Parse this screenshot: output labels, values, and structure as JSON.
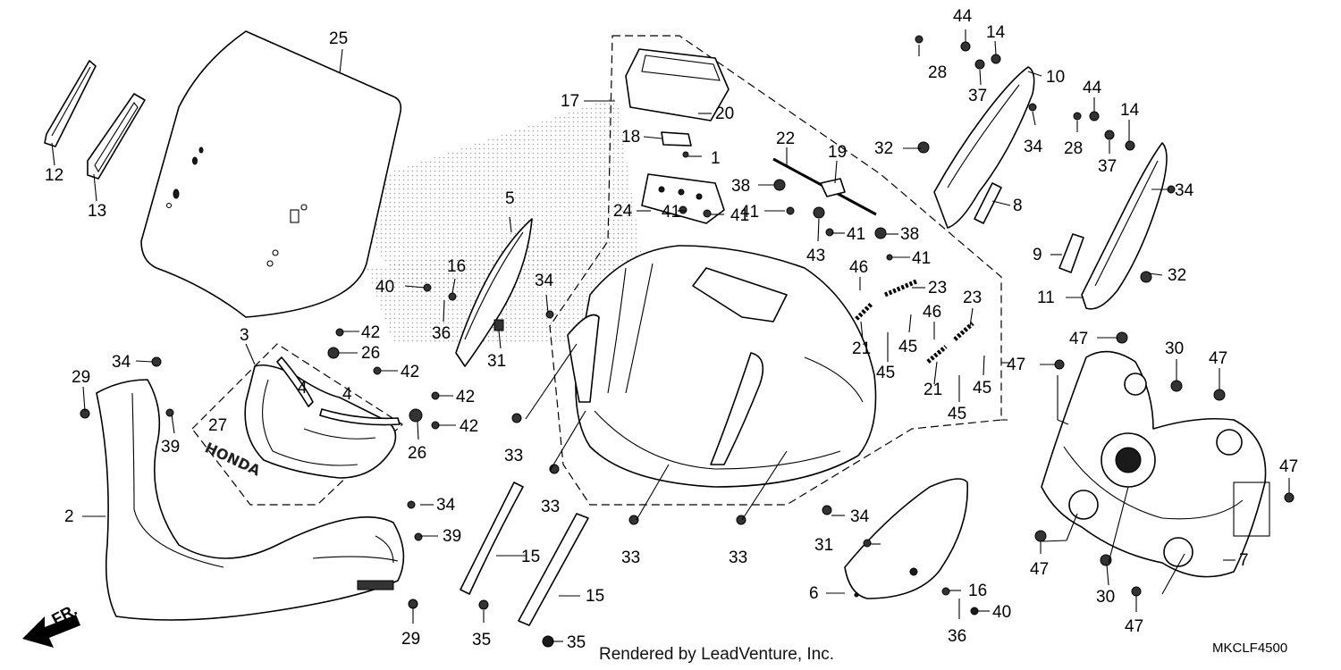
{
  "callouts": {
    "c1": "1",
    "c2": "2",
    "c3": "3",
    "c4a": "4",
    "c4b": "4",
    "c5": "5",
    "c6": "6",
    "c7": "7",
    "c8": "8",
    "c9": "9",
    "c10": "10",
    "c11": "11",
    "c12": "12",
    "c13": "13",
    "c14a": "14",
    "c14b": "14",
    "c15a": "15",
    "c15b": "15",
    "c16a": "16",
    "c16b": "16",
    "c17": "17",
    "c18": "18",
    "c19": "19",
    "c20": "20",
    "c21a": "21",
    "c21b": "21",
    "c22": "22",
    "c23a": "23",
    "c23b": "23",
    "c24": "24",
    "c25": "25",
    "c26a": "26",
    "c26b": "26",
    "c27": "27",
    "c28a": "28",
    "c28b": "28",
    "c29a": "29",
    "c29b": "29",
    "c30a": "30",
    "c30b": "30",
    "c31a": "31",
    "c31b": "31",
    "c32a": "32",
    "c32b": "32",
    "c33a": "33",
    "c33b": "33",
    "c33c": "33",
    "c33d": "33",
    "c34a": "34",
    "c34b": "34",
    "c34c": "34",
    "c34d": "34",
    "c34e": "34",
    "c34f": "34",
    "c35a": "35",
    "c35b": "35",
    "c36a": "36",
    "c36b": "36",
    "c37a": "37",
    "c37b": "37",
    "c38a": "38",
    "c38b": "38",
    "c39a": "39",
    "c39b": "39",
    "c40a": "40",
    "c40b": "40",
    "c41a": "41",
    "c41b": "41",
    "c41c": "41",
    "c41d": "41",
    "c41e": "41",
    "c42a": "42",
    "c42b": "42",
    "c42c": "42",
    "c42d": "42",
    "c43": "43",
    "c44a": "44",
    "c44b": "44",
    "c45a": "45",
    "c45b": "45",
    "c45c": "45",
    "c45d": "45",
    "c46a": "46",
    "c46b": "46",
    "c47a": "47",
    "c47b": "47",
    "c47c": "47",
    "c47d": "47",
    "c47e": "47",
    "c47f": "47"
  },
  "footer": {
    "credit": "Rendered by LeadVenture, Inc.",
    "code": "MKCLF4500",
    "front_arrow": "FR."
  },
  "emblem_text": "HONDA"
}
